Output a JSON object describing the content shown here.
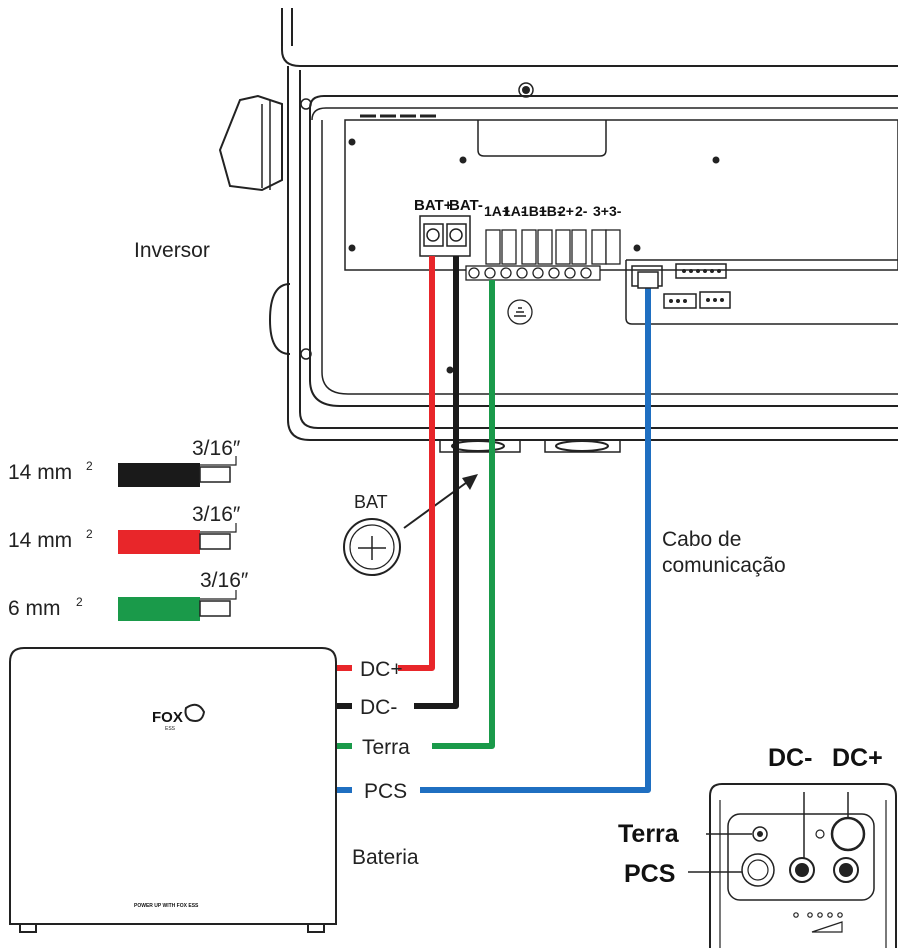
{
  "labels": {
    "inverter": "Inversor",
    "battery": "Bateria",
    "bat_gland": "BAT",
    "comm_cable_line1": "Cabo de",
    "comm_cable_line2": "comunicação"
  },
  "inverter_terminals": {
    "bat_plus": "BAT+",
    "bat_minus": "BAT-",
    "t1a_plus": "1A+",
    "t1a_minus": "1A-",
    "t1b_plus": "1B+",
    "t1b_minus": "1B-",
    "t2_plus": "2+",
    "t2_minus": "2-",
    "t3_plus": "3+",
    "t3_minus": "3-"
  },
  "cables": [
    {
      "size": "14 mm",
      "sup": "2",
      "strip": "3/16″",
      "color": "#1a1a1a"
    },
    {
      "size": "14 mm",
      "sup": "2",
      "strip": "3/16″",
      "color": "#e8262a"
    },
    {
      "size": "6 mm",
      "sup": "2",
      "strip": "3/16″",
      "color": "#1a9a4a"
    }
  ],
  "battery_ports": {
    "dc_plus": "DC+",
    "dc_minus": "DC-",
    "ground": "Terra",
    "pcs": "PCS"
  },
  "battery_brand": {
    "logo": "FOX",
    "sub": "ESS",
    "slogan": "POWER UP WITH FOX ESS"
  },
  "detail_labels": {
    "dc_minus": "DC-",
    "dc_plus": "DC+",
    "ground": "Terra",
    "pcs": "PCS"
  },
  "wire_colors": {
    "positive": "#e8262a",
    "negative": "#1a1a1a",
    "ground": "#1a9a4a",
    "communication": "#1f6fc1"
  }
}
